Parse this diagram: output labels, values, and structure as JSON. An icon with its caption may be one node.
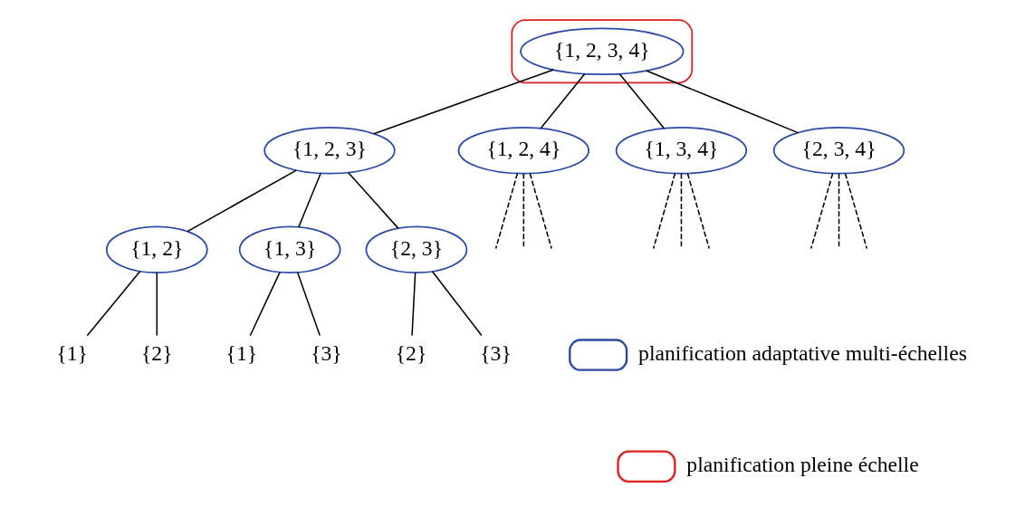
{
  "diagram": {
    "nodes": [
      {
        "text": [],
        "shape": "box"
      },
      {
        "text": [
          "{1, 2, 3, 4}"
        ],
        "in": 0
      },
      {
        "text": [
          "{1, 2, 3}"
        ]
      },
      {
        "text": [
          "{1, 2, 4}"
        ]
      },
      {
        "text": [
          "{1, 3, 4}"
        ]
      },
      {
        "text": [
          "{2, 3, 4}"
        ]
      },
      {
        "text": [
          "{1, 2}"
        ]
      },
      {
        "text": [
          "{1, 3}"
        ]
      },
      {
        "text": [
          "{2, 3}"
        ]
      },
      {
        "text": [
          "{1}"
        ]
      },
      {
        "text": [
          "{2}"
        ]
      },
      {
        "text": [
          "{1}"
        ]
      },
      {
        "text": [
          "{3}"
        ]
      },
      {
        "text": [
          "{2}"
        ]
      },
      {
        "text": [
          "{3}"
        ]
      }
    ],
    "edges": [
      {
        "from": 1,
        "to": 2,
        "arrow": "none"
      },
      {
        "from": 1,
        "to": 3,
        "arrow": "none"
      },
      {
        "from": 1,
        "to": 4,
        "arrow": "none"
      },
      {
        "from": 1,
        "to": 5,
        "arrow": "none"
      },
      {
        "from": 2,
        "to": 6,
        "arrow": "none"
      },
      {
        "from": 2,
        "to": 7,
        "arrow": "none"
      },
      {
        "from": 2,
        "to": 8,
        "arrow": "none"
      },
      {
        "from": 3,
        "to": null,
        "arrow": "none",
        "style": "dashed"
      },
      {
        "from": 3,
        "to": null,
        "arrow": "none",
        "style": "dashed"
      },
      {
        "from": 3,
        "to": null,
        "arrow": "none",
        "style": "dashed"
      },
      {
        "from": 4,
        "to": null,
        "arrow": "none",
        "style": "dashed"
      },
      {
        "from": 4,
        "to": null,
        "arrow": "none",
        "style": "dashed"
      },
      {
        "from": 4,
        "to": null,
        "arrow": "none",
        "style": "dashed"
      },
      {
        "from": 5,
        "to": null,
        "arrow": "none",
        "style": "dashed"
      },
      {
        "from": 5,
        "to": null,
        "arrow": "none",
        "style": "dashed"
      },
      {
        "from": 5,
        "to": null,
        "arrow": "none",
        "style": "dashed"
      },
      {
        "from": 6,
        "to": 9,
        "arrow": "none"
      },
      {
        "from": 6,
        "to": 10,
        "arrow": "none"
      },
      {
        "from": 7,
        "to": 11,
        "arrow": "none"
      },
      {
        "from": 7,
        "to": 12,
        "arrow": "none"
      },
      {
        "from": 8,
        "to": 13,
        "arrow": "none"
      },
      {
        "from": 8,
        "to": 14,
        "arrow": "none"
      }
    ],
    "legend": [
      {
        "text": "planification adaptative multi-échelles"
      },
      {
        "text": "planification pleine échelle"
      }
    ]
  }
}
